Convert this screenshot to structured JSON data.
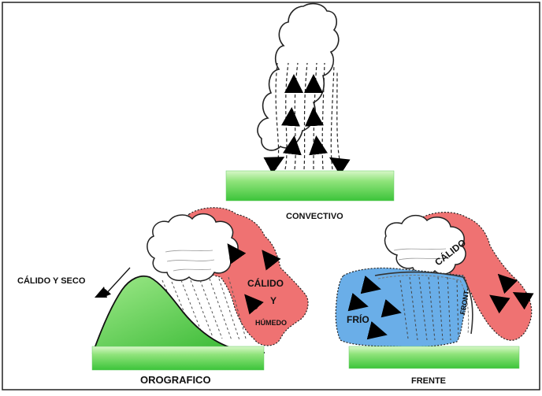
{
  "diagrams": {
    "convectivo": {
      "label": "CONVECTIVO"
    },
    "orografico": {
      "label": "OROGRAFICO",
      "warm_air_label": "CÁLIDO",
      "y_label": "Y",
      "humid_label": "HÚMEDO",
      "dry_label": "CÁLIDO Y SECO"
    },
    "frente": {
      "label": "FRENTE",
      "warm_label": "CÁLIDO",
      "cold_label": "FRÍO",
      "front_label": "FRONT"
    }
  },
  "colors": {
    "ground_green": "#4fcf3f",
    "warm_red": "#ee6f6f",
    "cold_blue": "#6aaee8",
    "mountain_green": "#3cc43a"
  }
}
